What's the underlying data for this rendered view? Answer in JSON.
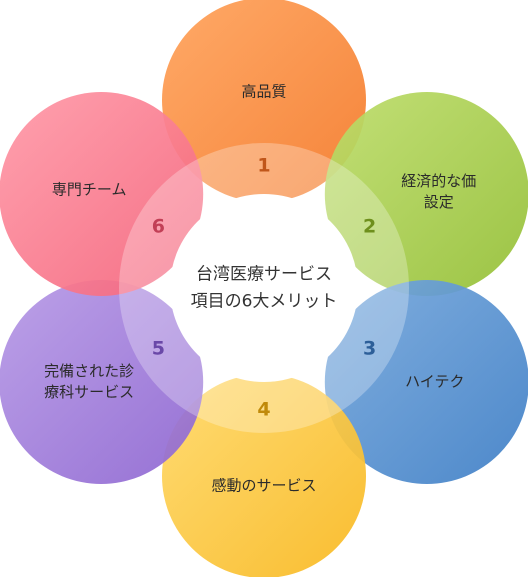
{
  "center": {
    "lines": [
      "台湾医療サービス",
      "項目の6大メリット"
    ],
    "color": "#ffffff"
  },
  "ring_color": "#ffffff",
  "petals": [
    {
      "id": "quality",
      "number": "1",
      "lines": [
        "高品質"
      ],
      "color": "#f47a2a",
      "color_light": "#ffa35c",
      "number_color": "#c0561a"
    },
    {
      "id": "price",
      "number": "2",
      "lines": [
        "経済的な価",
        "設定"
      ],
      "color": "#94bf36",
      "color_light": "#bedd6c",
      "number_color": "#6e8f1c"
    },
    {
      "id": "hightech",
      "number": "3",
      "lines": [
        "ハイテク"
      ],
      "color": "#3f7fc6",
      "color_light": "#77a8dc",
      "number_color": "#2d5f99"
    },
    {
      "id": "service",
      "number": "4",
      "lines": [
        "感動のサービス"
      ],
      "color": "#f8b820",
      "color_light": "#ffd969",
      "number_color": "#c08a0a"
    },
    {
      "id": "complete",
      "number": "5",
      "lines": [
        "完備された診",
        "療科サービス"
      ],
      "color": "#8e66d1",
      "color_light": "#b79ae6",
      "number_color": "#6a48a8"
    },
    {
      "id": "team",
      "number": "6",
      "lines": [
        "専門チーム"
      ],
      "color": "#f4647c",
      "color_light": "#ff9aa8",
      "number_color": "#c23f56"
    }
  ]
}
